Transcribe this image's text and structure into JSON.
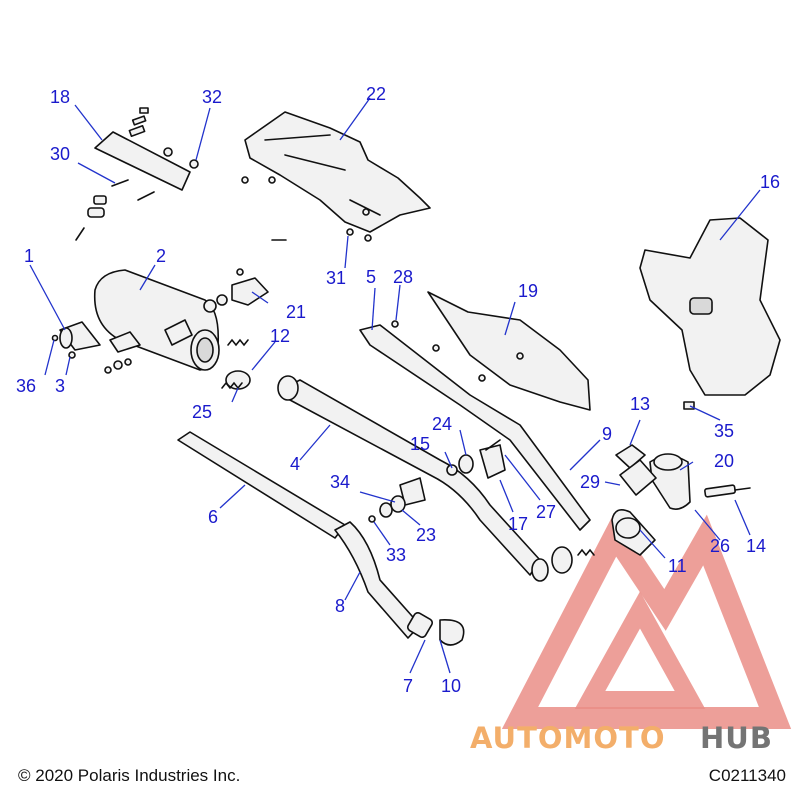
{
  "callouts": {
    "c1": "1",
    "c2": "2",
    "c3": "3",
    "c4": "4",
    "c5": "5",
    "c6": "6",
    "c7": "7",
    "c8": "8",
    "c9": "9",
    "c10": "10",
    "c11": "11",
    "c12": "12",
    "c13": "13",
    "c14": "14",
    "c15": "15",
    "c16": "16",
    "c17": "17",
    "c18": "18",
    "c19": "19",
    "c20": "20",
    "c21": "21",
    "c22": "22",
    "c23": "23",
    "c24": "24",
    "c25": "25",
    "c26": "26",
    "c27": "27",
    "c28": "28",
    "c29": "29",
    "c30": "30",
    "c31": "31",
    "c32": "32",
    "c33": "33",
    "c34": "34",
    "c35": "35",
    "c36": "36"
  },
  "footer": {
    "copyright": "© 2020 Polaris Industries Inc.",
    "drawing_code": "C0211340"
  },
  "watermark": {
    "text_part1": "AUTOMOTO",
    "text_part2": "HUB",
    "color_primary": "#e8827a",
    "color_secondary": "#f2a65a",
    "color_dark": "#666666"
  },
  "colors": {
    "callout": "#1a1acc",
    "leader": "#2233cc"
  }
}
